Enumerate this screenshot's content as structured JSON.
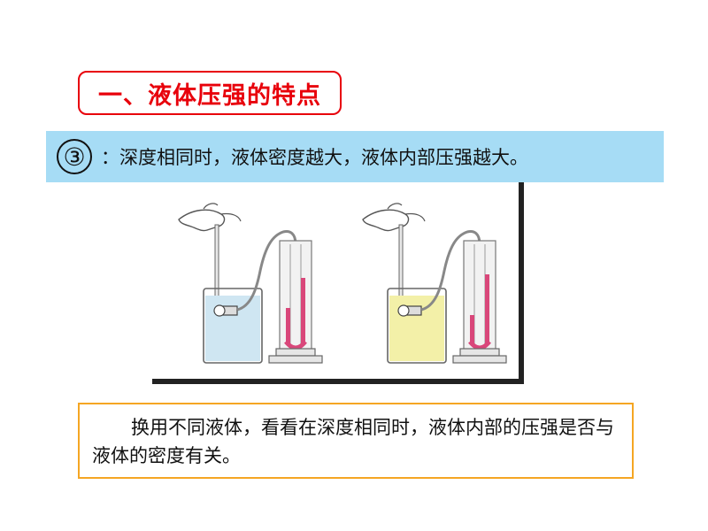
{
  "heading": {
    "title": "一、液体压强的特点"
  },
  "point": {
    "number": "③",
    "text": "：深度相同时，液体密度越大，液体内部压强越大。"
  },
  "note": {
    "text": "换用不同液体，看看在深度相同时，液体内部的压强是否与液体的密度有关。"
  },
  "figure": {
    "left_liquid_color": "#cfe6f2",
    "right_liquid_color": "#f3f0a8",
    "manometer_liquid_color": "#d9477a"
  }
}
